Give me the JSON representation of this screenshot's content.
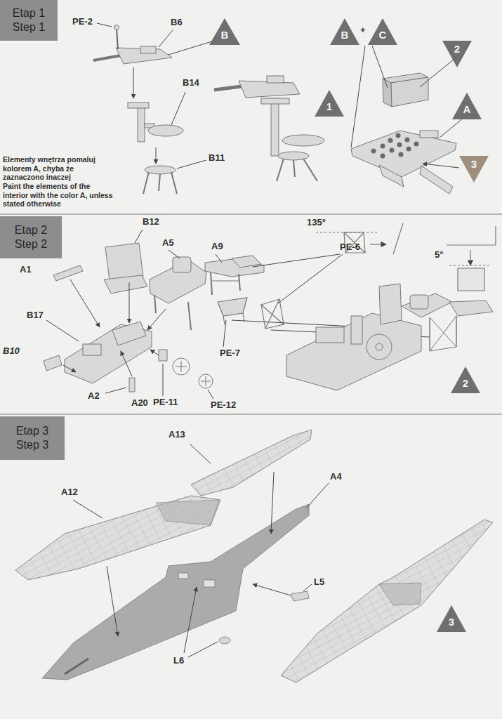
{
  "diagram": {
    "nodes": [
      {
        "text": [
          "Etap 1",
          "Step 1"
        ]
      },
      {
        "text": [
          "B"
        ]
      },
      {
        "text": [
          "B"
        ]
      },
      {
        "text": [
          "C"
        ]
      },
      {
        "text": [
          "2"
        ]
      },
      {
        "text": [
          "1"
        ]
      },
      {
        "text": [
          "A"
        ]
      },
      {
        "text": [
          "3"
        ]
      },
      {
        "text": [
          "Etap 2",
          "Step 2"
        ]
      },
      {
        "text": [
          "2"
        ]
      },
      {
        "text": [
          "Etap 3",
          "Step 3"
        ]
      },
      {
        "text": [
          "3"
        ]
      }
    ],
    "labels": [
      "PE-2",
      "B6",
      "B14",
      "B11",
      "Elementy wnętrza pomaluj kolorem A, chyba że zaznaczono inaczej",
      "Paint the elements of the interior with the color A, unless stated otherwise",
      "+",
      "B12",
      "A5",
      "A9",
      "135°",
      "PE-6",
      "A1",
      "B17",
      "5°",
      "B10",
      "PE-7",
      "A2",
      "A20",
      "PE-11",
      "PE-12",
      "A13",
      "A4",
      "A12",
      "L5",
      "L6"
    ]
  }
}
